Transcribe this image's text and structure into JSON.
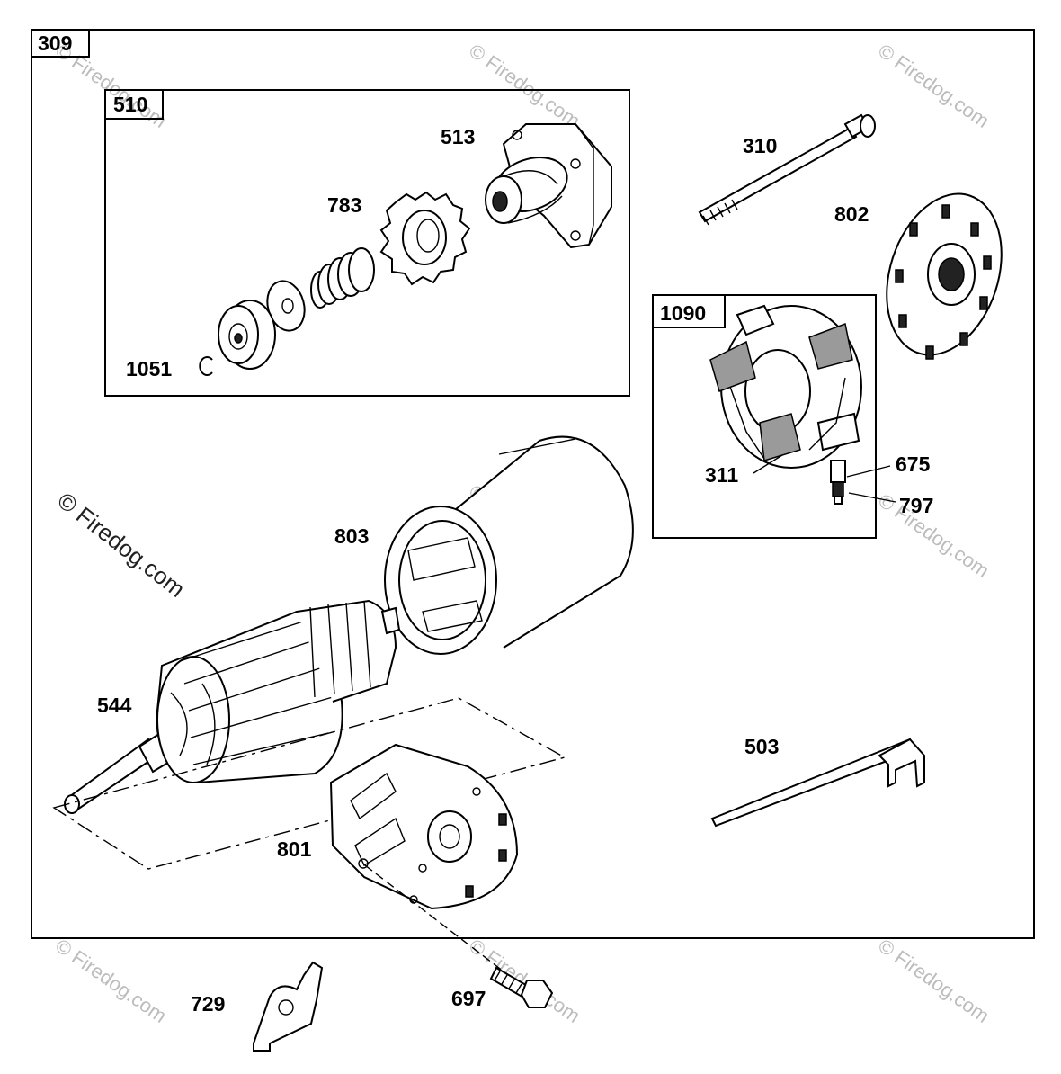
{
  "groups": {
    "main": "309",
    "drive": "510",
    "brush": "1090"
  },
  "parts": {
    "p513": "513",
    "p783": "783",
    "p1051": "1051",
    "p310": "310",
    "p802": "802",
    "p311": "311",
    "p675": "675",
    "p797": "797",
    "p803": "803",
    "p544": "544",
    "p503": "503",
    "p801": "801",
    "p729": "729",
    "p697": "697"
  },
  "watermark": {
    "text": "© Firedog.com"
  }
}
